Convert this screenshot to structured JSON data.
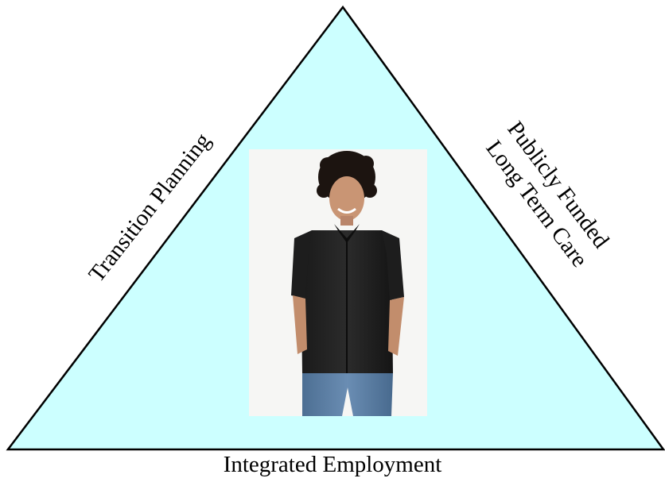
{
  "diagram": {
    "left_side_label": "Transition Planning",
    "right_side_label_line1": "Publicly Funded",
    "right_side_label_line2": "Long Term Care",
    "base_label": "Integrated Employment",
    "photo_subject": "young man with curly hair in black short-sleeve shirt and jeans",
    "fill_color": "#ccffff",
    "stroke_color": "#000000"
  }
}
